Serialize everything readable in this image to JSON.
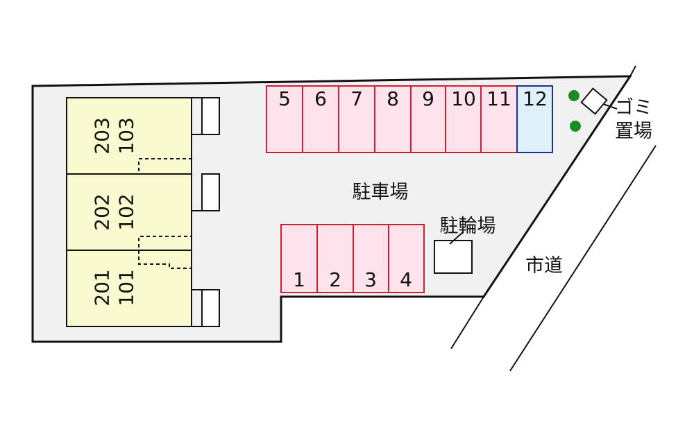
{
  "colors": {
    "lot_fill": "#f1f1f1",
    "building_fill": "#fafad0",
    "car_space_fill": "#ffe3ec",
    "car_space_stroke": "#cc1f35",
    "reserved_space_fill": "#dff0fb",
    "reserved_space_stroke": "#1d2f8a",
    "tree": "#1b8c22",
    "outline": "#111111"
  },
  "labels": {
    "parking": "駐車場",
    "bicycle_parking": "駐輪場",
    "garbage_line1": "ゴミ",
    "garbage_line2": "置場",
    "city_road": "市道"
  },
  "units": [
    {
      "upper": "203",
      "lower": "103"
    },
    {
      "upper": "202",
      "lower": "102"
    },
    {
      "upper": "201",
      "lower": "101"
    }
  ],
  "top_spaces": [
    "5",
    "6",
    "7",
    "8",
    "9",
    "10",
    "11",
    "12"
  ],
  "bottom_spaces": [
    "1",
    "2",
    "3",
    "4"
  ],
  "icons": [
    "tree-icon",
    "tree-icon",
    "garbage-bin-icon",
    "bicycle-shed-icon"
  ]
}
